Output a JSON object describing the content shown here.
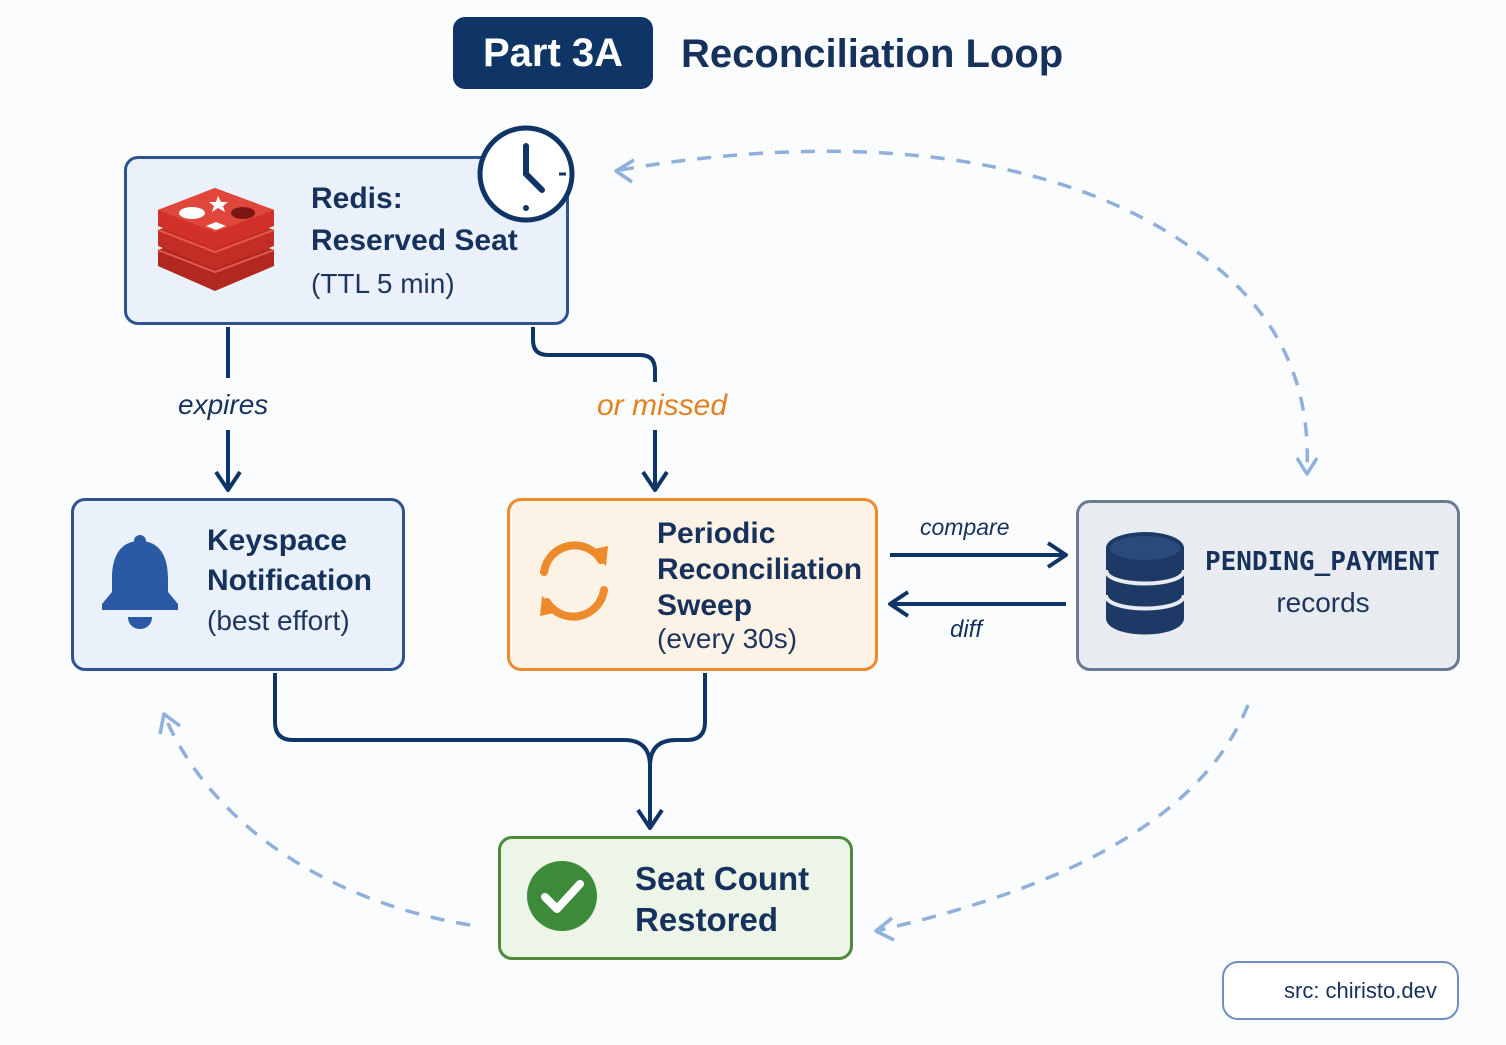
{
  "header": {
    "badge": "Part 3A",
    "title": "Reconciliation Loop"
  },
  "nodes": {
    "redis": {
      "line1": "Redis:",
      "line2": "Reserved Seat",
      "line3": "(TTL 5 min)"
    },
    "keyspace": {
      "line1": "Keyspace",
      "line2": "Notification",
      "line3": "(best effort)"
    },
    "sweep": {
      "line1": "Periodic",
      "line2": "Reconciliation",
      "line3": "Sweep",
      "line4": "(every 30s)"
    },
    "pending": {
      "line1": "PENDING_PAYMENT",
      "line2": "records"
    },
    "seat": {
      "line1": "Seat Count",
      "line2": "Restored"
    }
  },
  "edges": {
    "expires": "expires",
    "missed": "or missed",
    "compare": "compare",
    "diff": "diff"
  },
  "footer": {
    "source": "src: chiristo.dev"
  },
  "colors": {
    "navy": "#0f3566",
    "accent_orange": "#ec8a2c",
    "success_green": "#4d8b3a",
    "redis_red": "#d2312a",
    "dashed_loop": "#8fb0da"
  }
}
